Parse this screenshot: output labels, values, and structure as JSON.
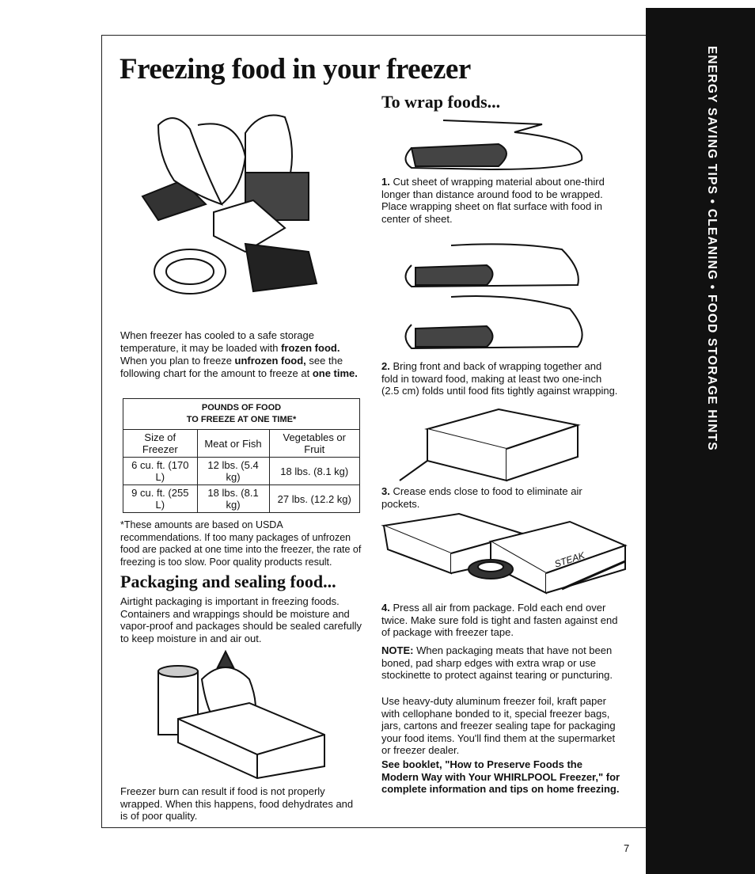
{
  "page": {
    "title": "Freezing food in your freezer",
    "side_tab": "ENERGY SAVING TIPS • CLEANING • FOOD STORAGE HINTS",
    "page_number": "7"
  },
  "left": {
    "intro_1a": "When freezer has cooled to a safe storage temperature, it may be loaded with ",
    "intro_1b": "frozen food.",
    "intro_2a": "When you plan to freeze ",
    "intro_2b": "unfrozen food,",
    "intro_2c": " see the following chart for the amount to freeze at ",
    "intro_2d": "one time.",
    "table": {
      "caption_1": "POUNDS OF FOOD",
      "caption_2": "TO FREEZE AT ONE TIME*",
      "headers": [
        "Size of Freezer",
        "Meat or Fish",
        "Vegetables or Fruit"
      ],
      "rows": [
        [
          "6 cu. ft. (170 L)",
          "12 lbs. (5.4 kg)",
          "18 lbs. (8.1 kg)"
        ],
        [
          "9 cu. ft. (255 L)",
          "18 lbs. (8.1 kg)",
          "27 lbs. (12.2 kg)"
        ]
      ]
    },
    "footnote": "*These amounts are based on USDA recommendations. If too many packages of unfrozen food are packed at one time into the freezer, the rate of freezing is too slow. Poor quality products result.",
    "packaging_heading": "Packaging and sealing food...",
    "packaging_text": "Airtight packaging is important in freezing foods. Containers and wrappings should be moisture and vapor-proof and packages should be sealed carefully to keep moisture in and air out.",
    "burn_text": "Freezer burn can result if food is not properly wrapped. When this happens, food dehydrates and is of poor quality."
  },
  "right": {
    "wrap_heading": "To wrap foods...",
    "steps": [
      {
        "num": "1.",
        "text": "Cut sheet of wrapping material about one-third longer than distance around food to be wrapped. Place wrapping sheet on flat surface with food in center of sheet."
      },
      {
        "num": "2.",
        "text": "Bring front and back of wrapping together and fold in toward food, making at least two one-inch (2.5 cm) folds until food fits tightly against wrapping."
      },
      {
        "num": "3.",
        "text": "Crease ends close to food to eliminate air pockets."
      },
      {
        "num": "4.",
        "text": "Press all air from package. Fold each end over twice. Make sure fold is tight and fasten against end of package with freezer tape."
      }
    ],
    "tape_label": "STEAK",
    "note_label": "NOTE:",
    "note_text": " When packaging meats that have not been boned, pad sharp edges with extra wrap or use stockinette to protect against tearing or puncturing.",
    "materials_text": "Use heavy-duty aluminum freezer foil, kraft paper with cellophane bonded to it, special freezer bags, jars, cartons and freezer sealing tape for packaging your food items. You'll find them at the supermarket or freezer dealer.",
    "booklet_text": "See booklet, \"How to Preserve Foods the Modern Way with Your WHIRLPOOL Freezer,\" for complete information and tips on home freezing."
  },
  "icons": [
    "frozen-food-illustration",
    "wrap-step1-illustration",
    "wrap-step2-illustration",
    "wrap-step3-illustration",
    "wrap-step4-illustration",
    "containers-illustration"
  ]
}
